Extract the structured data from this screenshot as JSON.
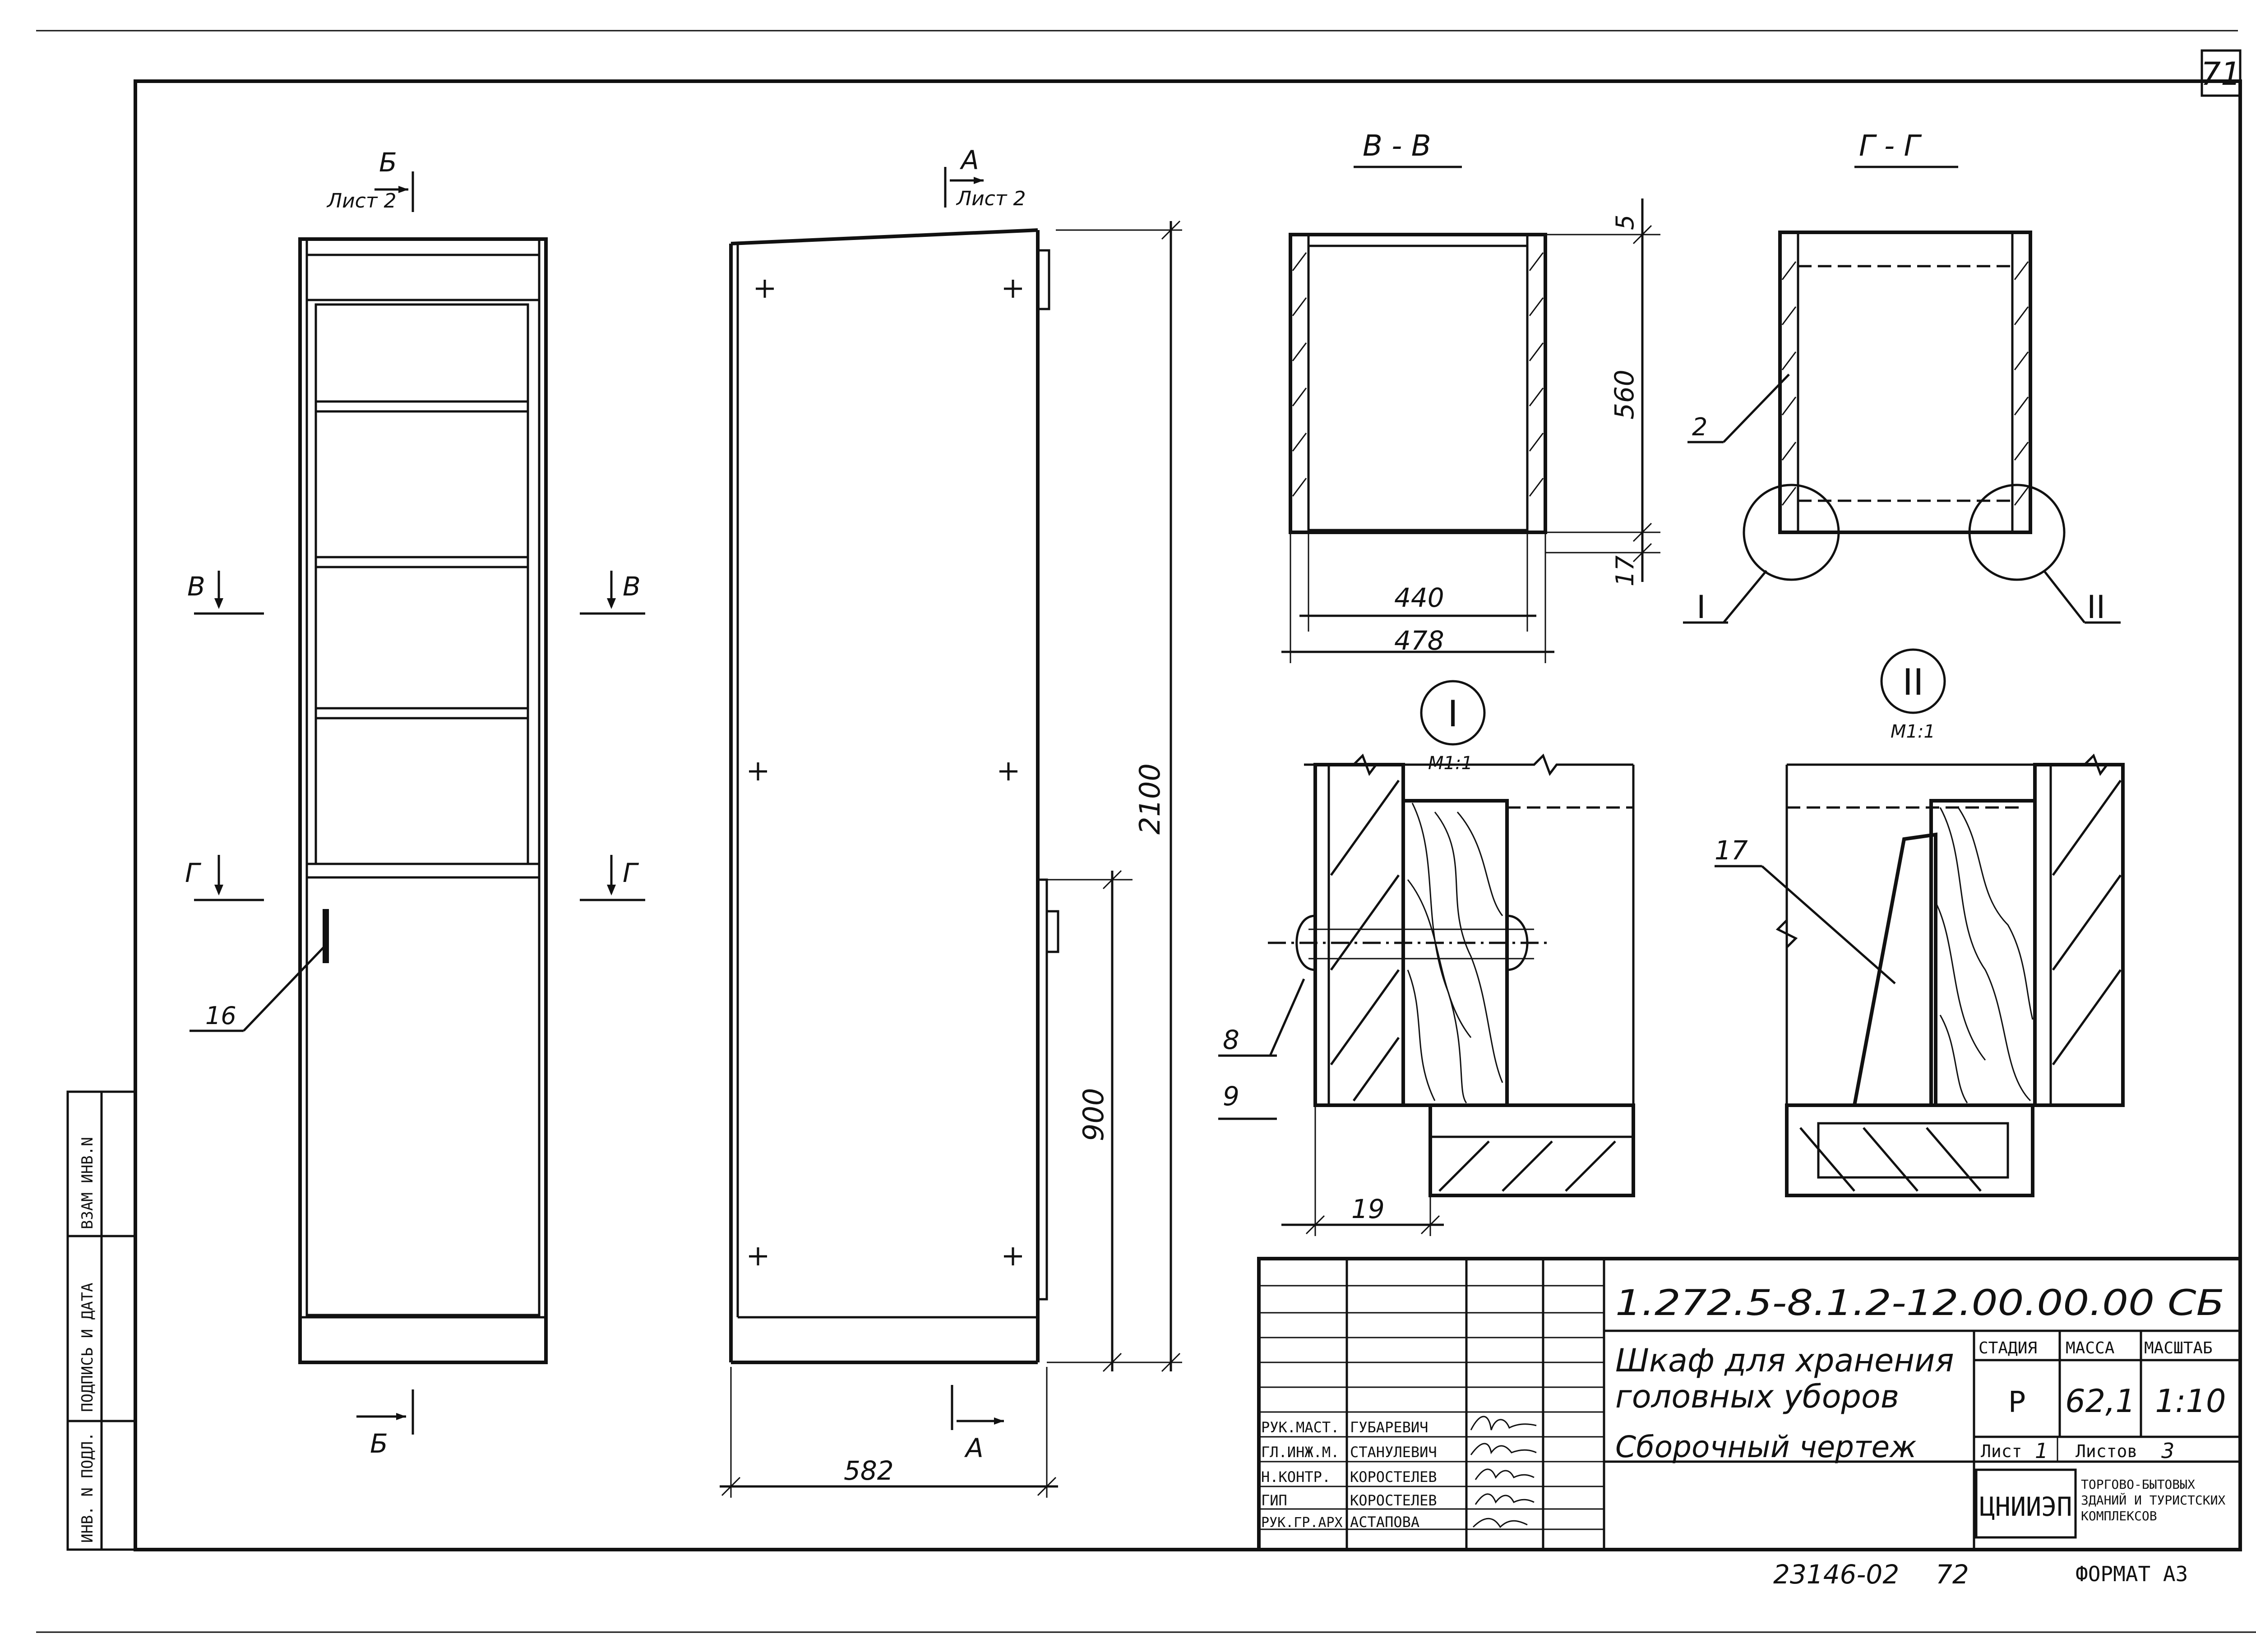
{
  "sheet": {
    "page_number": "71",
    "bottom_code": "23146-02",
    "bottom_number": "72",
    "format": "ФОРМАТ А3"
  },
  "side_stamp": {
    "cells": [
      "ИНВ. N ПОДЛ.",
      "ПОДПИСЬ И ДАТА",
      "ВЗАМ ИНВ.N"
    ]
  },
  "views": {
    "front": {
      "section_top": "Б",
      "section_top_sheet": "Лист 2",
      "section_bottom": "Б",
      "cut_v_left": "В",
      "cut_v_right": "В",
      "cut_g_left": "Г",
      "cut_g_right": "Г",
      "leader_16": "16"
    },
    "side": {
      "section_top": "А",
      "section_top_sheet": "Лист 2",
      "section_bottom": "А",
      "dim_height": "2100",
      "dim_door": "900",
      "dim_width": "582"
    },
    "section_vv": {
      "title": "В - В",
      "dim_top": "5",
      "dim_height": "560",
      "dim_bottom": "17",
      "dim_inner": "440",
      "dim_outer": "478"
    },
    "section_gg": {
      "title": "Г - Г",
      "leader_2": "2",
      "callout_1": "I",
      "callout_2": "II"
    },
    "detail_1": {
      "label": "I",
      "scale": "М1:1",
      "leader_8": "8",
      "leader_9": "9",
      "dim_19": "19"
    },
    "detail_2": {
      "label": "II",
      "scale": "М1:1",
      "leader_17": "17"
    }
  },
  "title_block": {
    "designation": "1.272.5-8.1.2-12.00.00.00 СБ",
    "name_line1": "Шкаф для хранения",
    "name_line2": "головных уборов",
    "doc_type": "Сборочный чертеж",
    "stage_header": "СТАДИЯ",
    "mass_header": "МАССА",
    "scale_header": "МАСШТАБ",
    "stage": "Р",
    "mass": "62,1",
    "scale": "1:10",
    "sheet_label": "Лист",
    "sheet_value": "1",
    "sheets_label": "Листов",
    "sheets_value": "3",
    "org_logo": "ЦНИИЭП",
    "org_line1": "ТОРГОВО-БЫТОВЫХ",
    "org_line2": "ЗДАНИЙ И ТУРИСТСКИХ",
    "org_line3": "КОМПЛЕКСОВ",
    "people": [
      {
        "role": "РУК.МАСТ.",
        "name": "ГУБАРЕВИЧ"
      },
      {
        "role": "ГЛ.ИНЖ.М.",
        "name": "СТАНУЛЕВИЧ"
      },
      {
        "role": "Н.КОНТР.",
        "name": "КОРОСТЕЛЕВ"
      },
      {
        "role": "ГИП",
        "name": "КОРОСТЕЛЕВ"
      },
      {
        "role": "РУК.ГР.АРХ.",
        "name": "АСТАПОВА"
      }
    ]
  }
}
